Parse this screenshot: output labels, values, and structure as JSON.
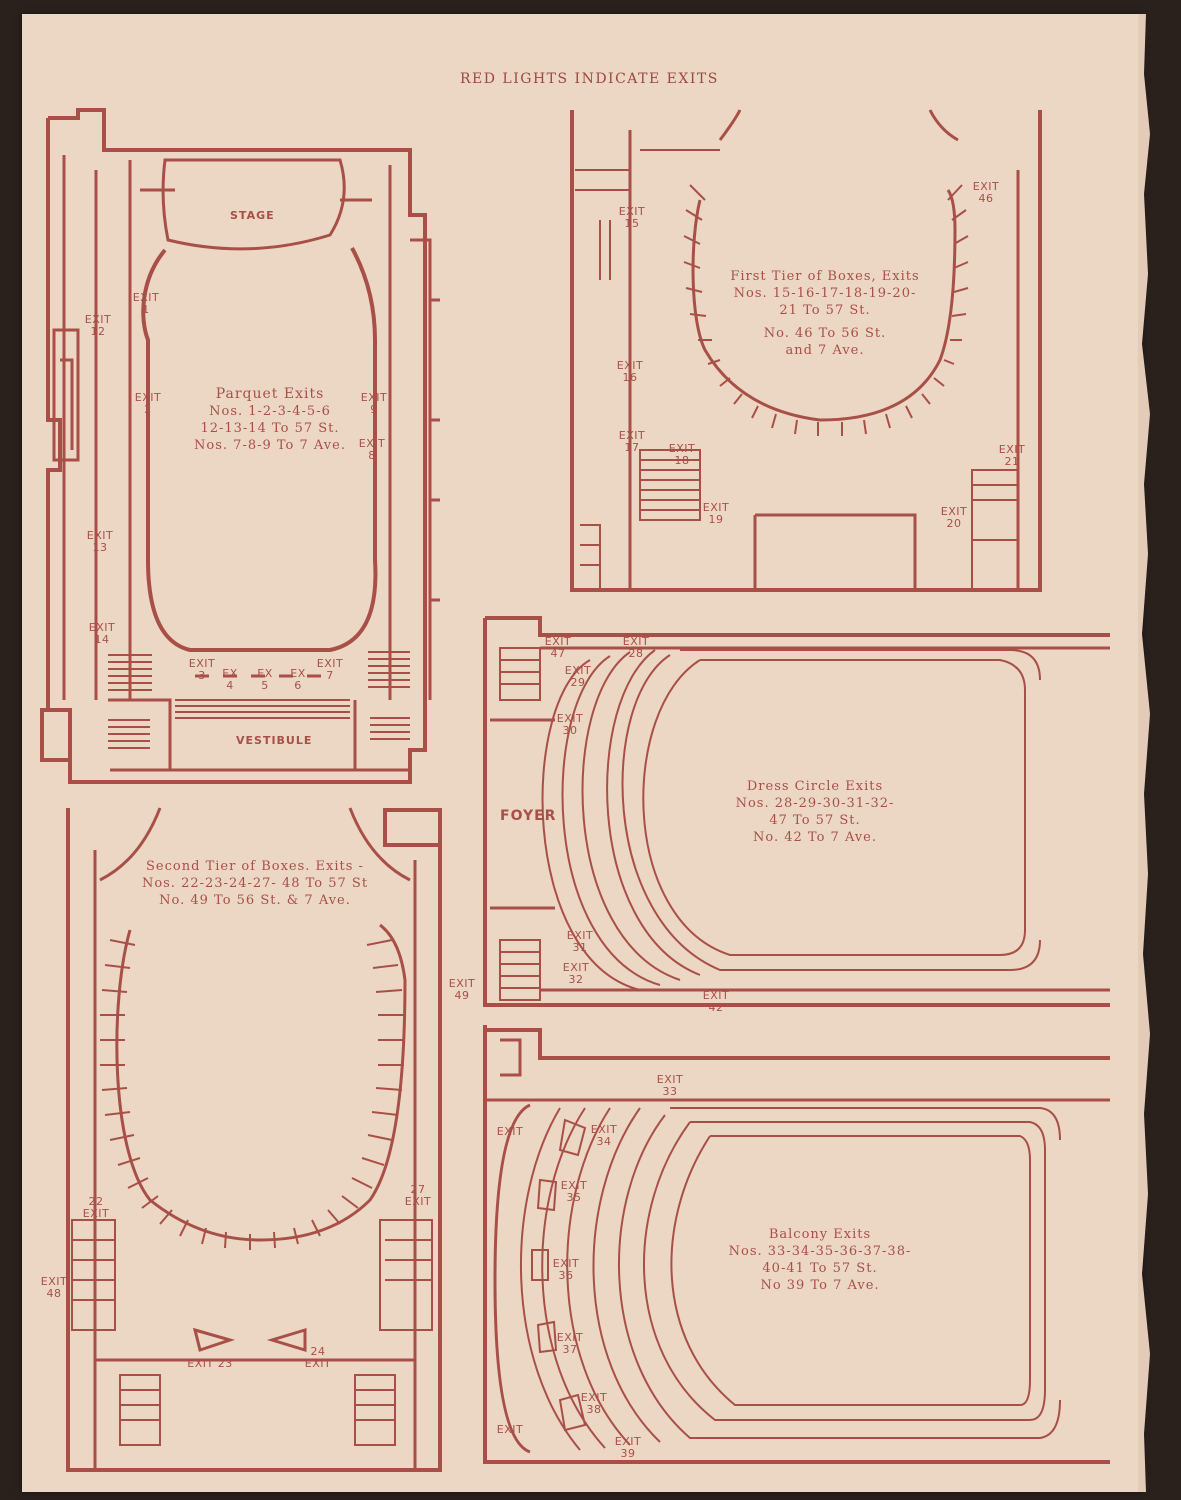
{
  "header": "RED LIGHTS INDICATE EXITS",
  "rooms": {
    "stage": "STAGE",
    "vestibule": "VESTIBULE",
    "foyer": "FOYER"
  },
  "panels": {
    "parquet": {
      "title": "Parquet Exits",
      "lines": [
        "Nos. 1-2-3-4-5-6",
        "12-13-14 To 57 St.",
        "Nos. 7-8-9 To 7 Ave."
      ],
      "exits": {
        "e1": "EXIT\n1",
        "e2": "EXIT\n2",
        "e3": "EXIT\n3",
        "e4": "EX\n4",
        "e5": "EX\n5",
        "e6": "EX\n6",
        "e7": "EXIT\n7",
        "e8": "EXIT\n8",
        "e9": "EXIT\n9",
        "e12": "EXIT\n12",
        "e13": "EXIT\n13",
        "e14": "EXIT\n14"
      }
    },
    "first_tier": {
      "title": "First Tier of Boxes, Exits",
      "lines": [
        "Nos. 15-16-17-18-19-20-",
        "21 To 57 St.",
        "No. 46 To 56 St.",
        "and 7 Ave."
      ],
      "exits": {
        "e15": "EXIT\n15",
        "e16": "EXIT\n16",
        "e17": "EXIT\n17",
        "e18": "EXIT\n18",
        "e19": "EXIT\n19",
        "e20": "EXIT\n20",
        "e21": "EXIT 21",
        "e46": "EXIT\n46"
      }
    },
    "dress_circle": {
      "title": "Dress Circle Exits",
      "lines": [
        "Nos. 28-29-30-31-32-",
        "47 To 57 St.",
        "No. 42 To 7 Ave."
      ],
      "exits": {
        "e47": "EXIT\n47",
        "e28": "EXIT\n28",
        "e29": "EXIT\n29",
        "e30": "EXIT\n30",
        "e31": "EXIT\n31",
        "e32": "EXIT\n32",
        "e42": "EXIT\n42"
      }
    },
    "second_tier": {
      "title": "Second Tier of Boxes. Exits -",
      "lines": [
        "Nos. 22-23-24-27- 48 To 57 St",
        "No. 49 To 56 St. & 7 Ave."
      ],
      "exits": {
        "e22": "22\nEXIT",
        "e23": "EXIT 23",
        "e24": "24\nEXIT",
        "e27": "27\nEXIT",
        "e48": "EXIT\n48",
        "e49": "EXIT\n49"
      }
    },
    "balcony": {
      "title": "Balcony Exits",
      "lines": [
        "Nos. 33-34-35-36-37-38-",
        "40-41 To 57 St.",
        "No 39 To 7 Ave."
      ],
      "exits": {
        "e33": "EXIT\n33",
        "e34": "EXIT\n34",
        "e35": "EXIT\n35",
        "e36": "EXIT\n36",
        "e37": "EXIT\n37",
        "e38": "EXIT\n38",
        "e39": "EXIT\n39",
        "ea": "EXIT",
        "eb": "EXIT"
      }
    }
  },
  "colors": {
    "paper": "#ecd6c4",
    "ink": "#a85048",
    "background": "#2a211c"
  }
}
